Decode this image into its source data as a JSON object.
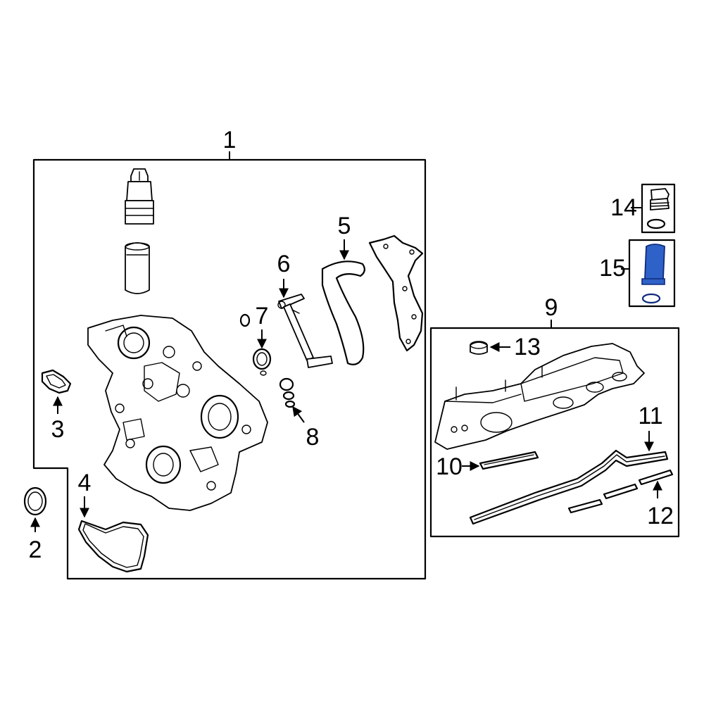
{
  "colors": {
    "line": "#000000",
    "background": "#ffffff",
    "highlight_fill": "#2f62c8",
    "highlight_stroke": "#0d2a7a"
  },
  "callouts": {
    "c1": "1",
    "c2": "2",
    "c3": "3",
    "c4": "4",
    "c5": "5",
    "c6": "6",
    "c7": "7",
    "c8": "8",
    "c9": "9",
    "c10": "10",
    "c11": "11",
    "c12": "12",
    "c13": "13",
    "c14": "14",
    "c15": "15"
  },
  "highlighted_part": "15"
}
